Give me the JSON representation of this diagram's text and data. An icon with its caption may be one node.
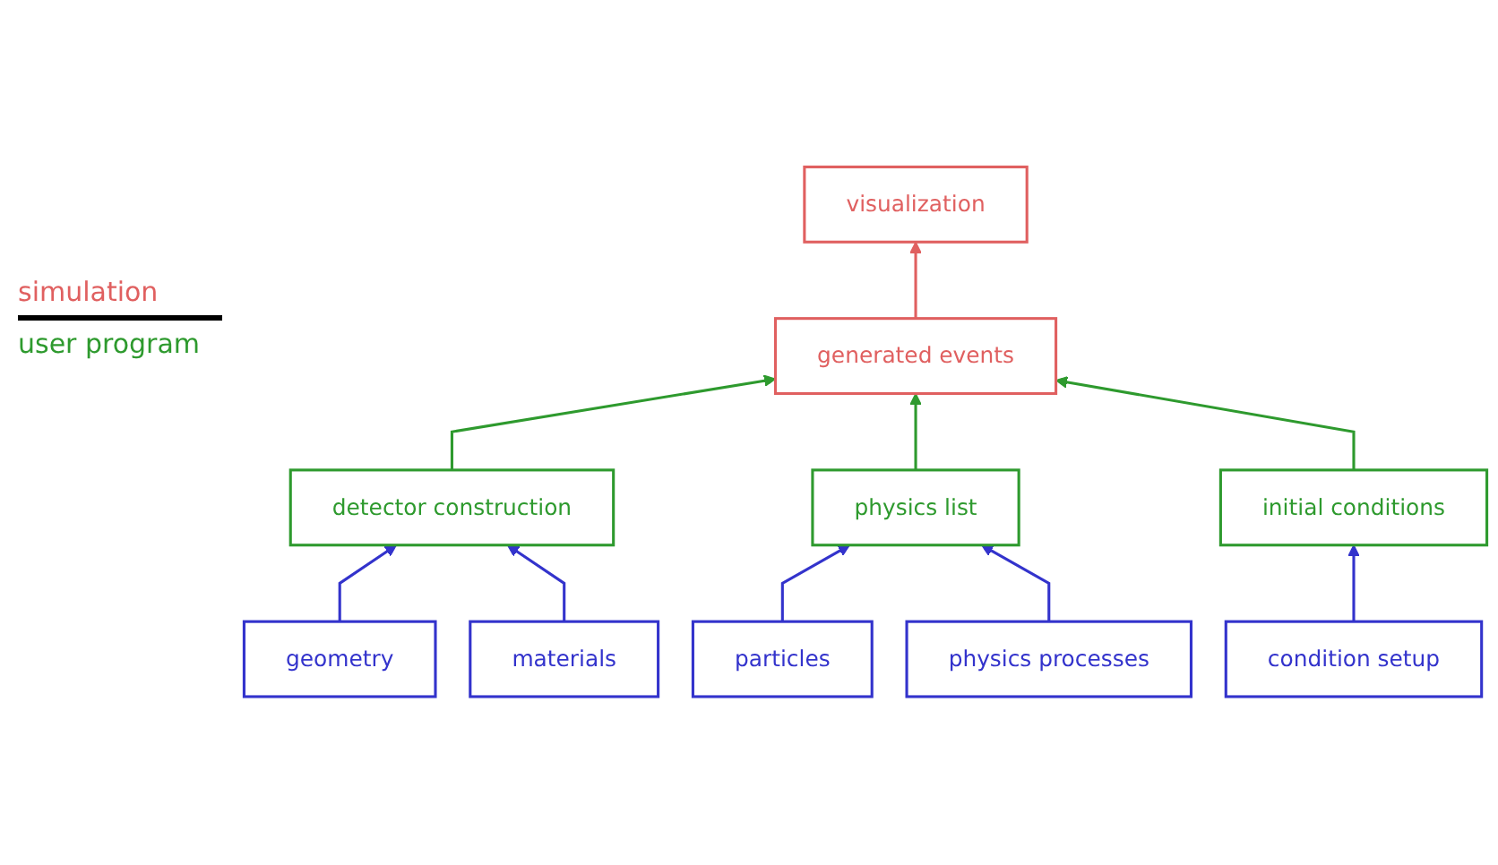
{
  "diagram": {
    "nodes": [
      {
        "text": [
          "generated events"
        ]
      },
      {
        "text": [
          "visualization"
        ]
      },
      {
        "text": [
          "detector construction"
        ]
      },
      {
        "text": [
          "physics list"
        ]
      },
      {
        "text": [
          "initial conditions"
        ]
      },
      {
        "text": [
          "geometry"
        ]
      },
      {
        "text": [
          "materials"
        ]
      },
      {
        "text": [
          "particles"
        ]
      },
      {
        "text": [
          "physics processes"
        ]
      },
      {
        "text": [
          "condition setup"
        ]
      }
    ],
    "edges": [
      {
        "from": 0,
        "to": 1,
        "arrow": "to",
        "color": "#e06060"
      },
      {
        "from": 2,
        "to": 0,
        "arrow": "to",
        "color": "#2e9a2e"
      },
      {
        "from": 3,
        "to": 0,
        "arrow": "to",
        "color": "#2e9a2e"
      },
      {
        "from": 4,
        "to": 0,
        "arrow": "to",
        "color": "#2e9a2e"
      },
      {
        "from": 5,
        "to": 2,
        "arrow": "to"
      },
      {
        "from": 6,
        "to": 2,
        "arrow": "to"
      },
      {
        "from": 7,
        "to": 3,
        "arrow": "to"
      },
      {
        "from": 8,
        "to": 3,
        "arrow": "to"
      },
      {
        "from": 9,
        "to": 4,
        "arrow": "to"
      }
    ],
    "labels": [
      "simulation",
      "user program"
    ]
  }
}
